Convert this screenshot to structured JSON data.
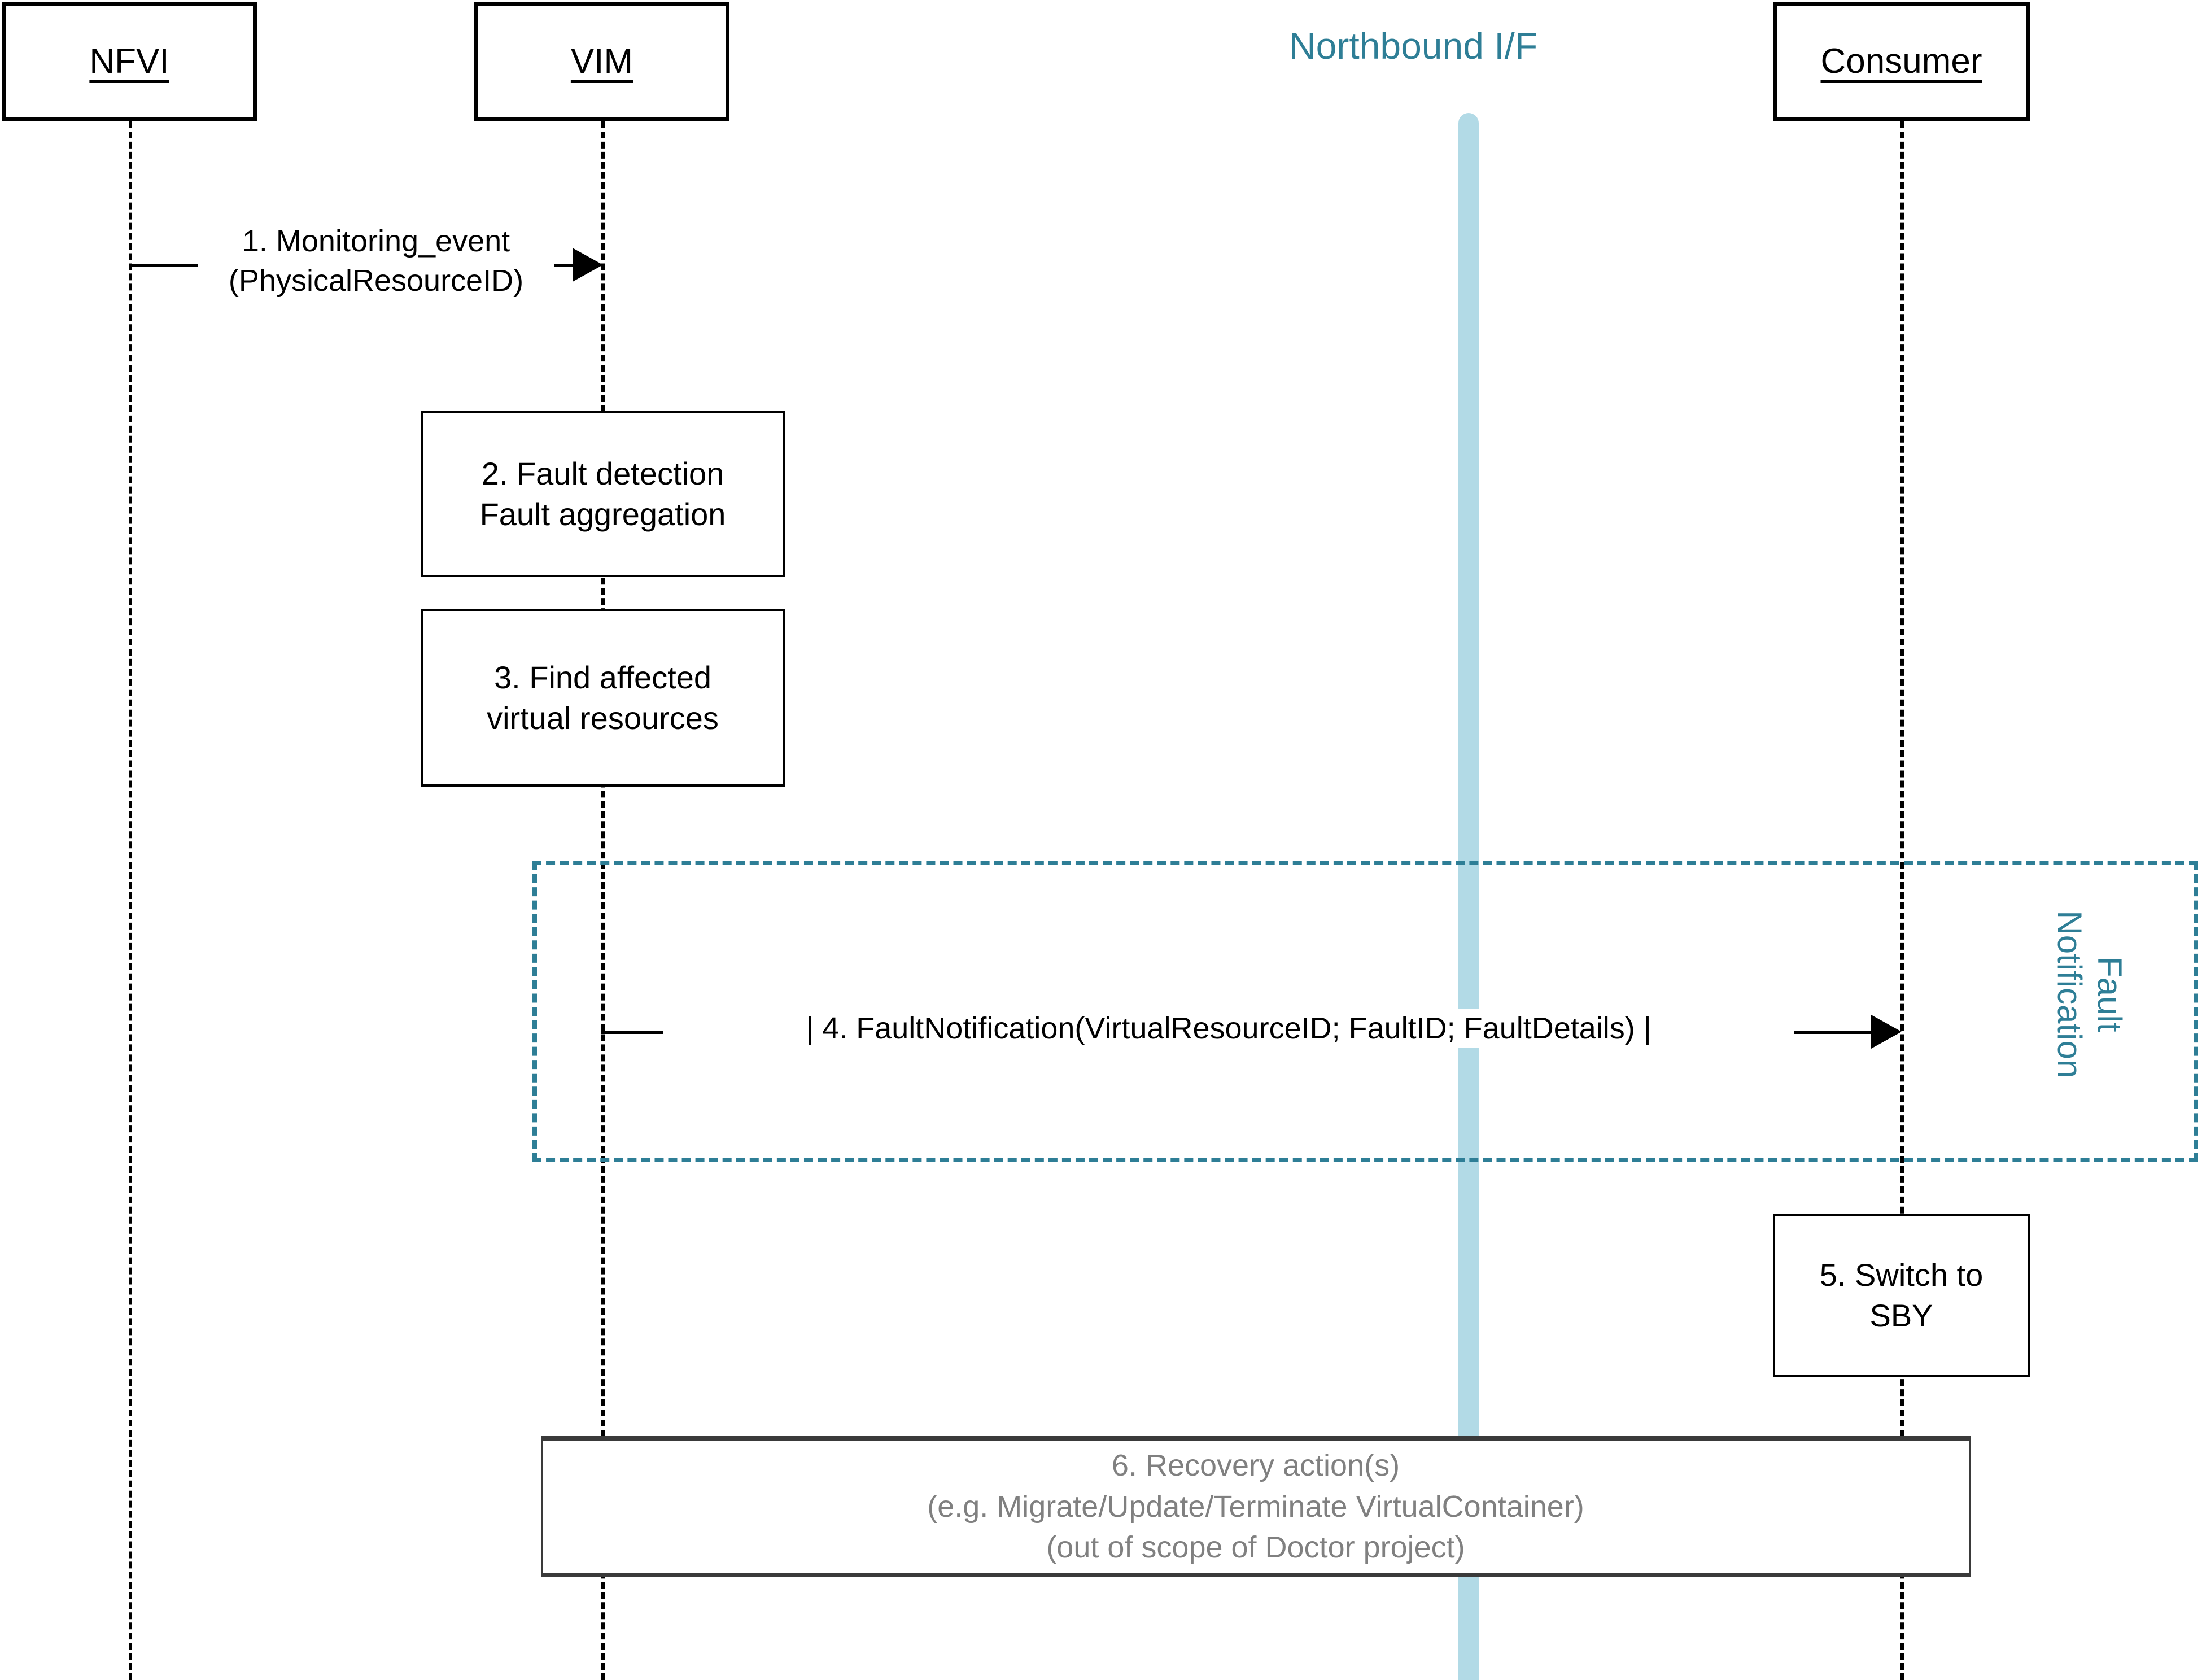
{
  "diagram": {
    "type": "uml-sequence-diagram",
    "title": "Fault management sequence (Doctor project)",
    "colors": {
      "accent_teal": "#2e7e96",
      "interface_bar": "#b2dae6",
      "line_black": "#000000",
      "muted_grey": "#808080"
    }
  },
  "lifelines": [
    {
      "id": "nfvi",
      "label": "NFVI"
    },
    {
      "id": "vim",
      "label": "VIM"
    },
    {
      "id": "consumer",
      "label": "Consumer"
    }
  ],
  "interface": {
    "label": "Northbound I/F"
  },
  "messages": [
    {
      "id": "msg1",
      "number": "1.",
      "from": "nfvi",
      "to": "vim",
      "line1": "1. Monitoring_event",
      "line2": "(PhysicalResourceID)"
    },
    {
      "id": "msg4",
      "number": "4.",
      "from": "vim",
      "to": "consumer",
      "line1": "| 4. FaultNotification(VirtualResourceID; FaultID; FaultDetails) |"
    }
  ],
  "activities": [
    {
      "id": "act2",
      "on": "vim",
      "line1": "2. Fault detection",
      "line2": "Fault aggregation"
    },
    {
      "id": "act3",
      "on": "vim",
      "line1": "3. Find affected",
      "line2": "virtual resources"
    },
    {
      "id": "act5",
      "on": "consumer",
      "line1": "5. Switch to",
      "line2": "SBY"
    }
  ],
  "fragment": {
    "id": "fault-notification-frame",
    "label_line1": "Fault",
    "label_line2": "Notification"
  },
  "recovery": {
    "line1": "6. Recovery action(s)",
    "line2": "(e.g. Migrate/Update/Terminate VirtualContainer)",
    "line3": "(out of scope of Doctor project)"
  }
}
